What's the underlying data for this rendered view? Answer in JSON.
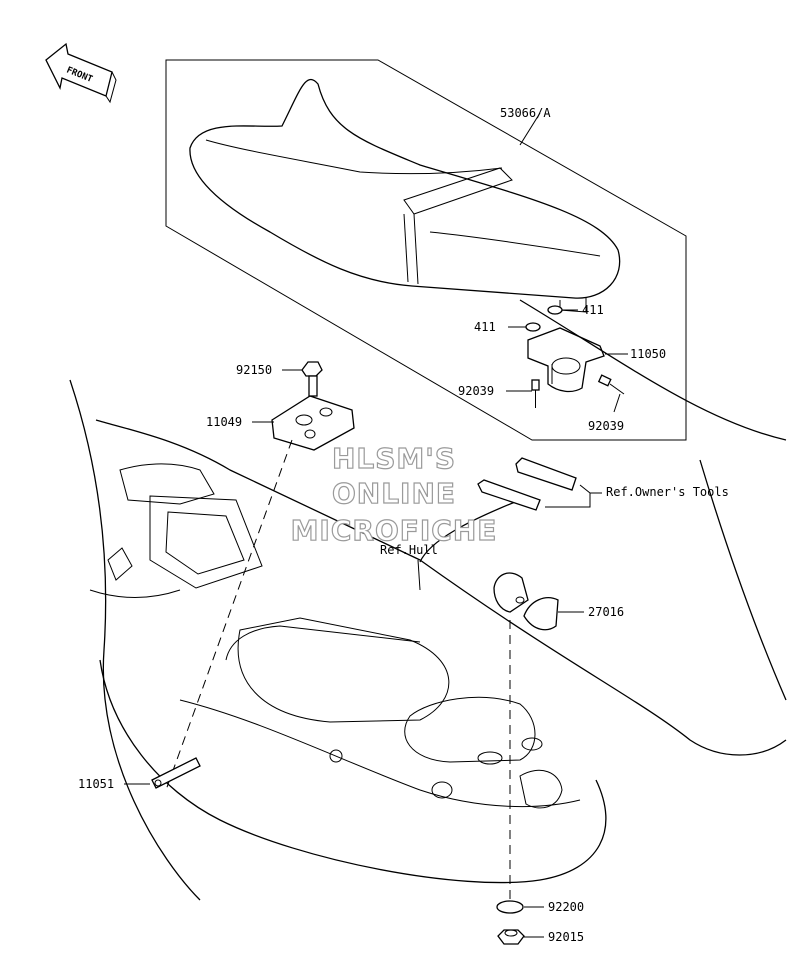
{
  "front_label": "FRONT",
  "watermark": [
    "HLSM'S",
    "ONLINE",
    "MICROFICHE"
  ],
  "callouts": {
    "seat": "53066/A",
    "washer_right": "411",
    "washer_left": "411",
    "bracket": "11050",
    "rivet_left": "92039",
    "rivet_right": "92039",
    "bolt": "92150",
    "plate": "11049",
    "owners_tools": "Ref.Owner's Tools",
    "hull": "Ref.Hull",
    "cap": "27016",
    "strap": "11051",
    "washer_bottom": "92200",
    "nut_bottom": "92015"
  }
}
